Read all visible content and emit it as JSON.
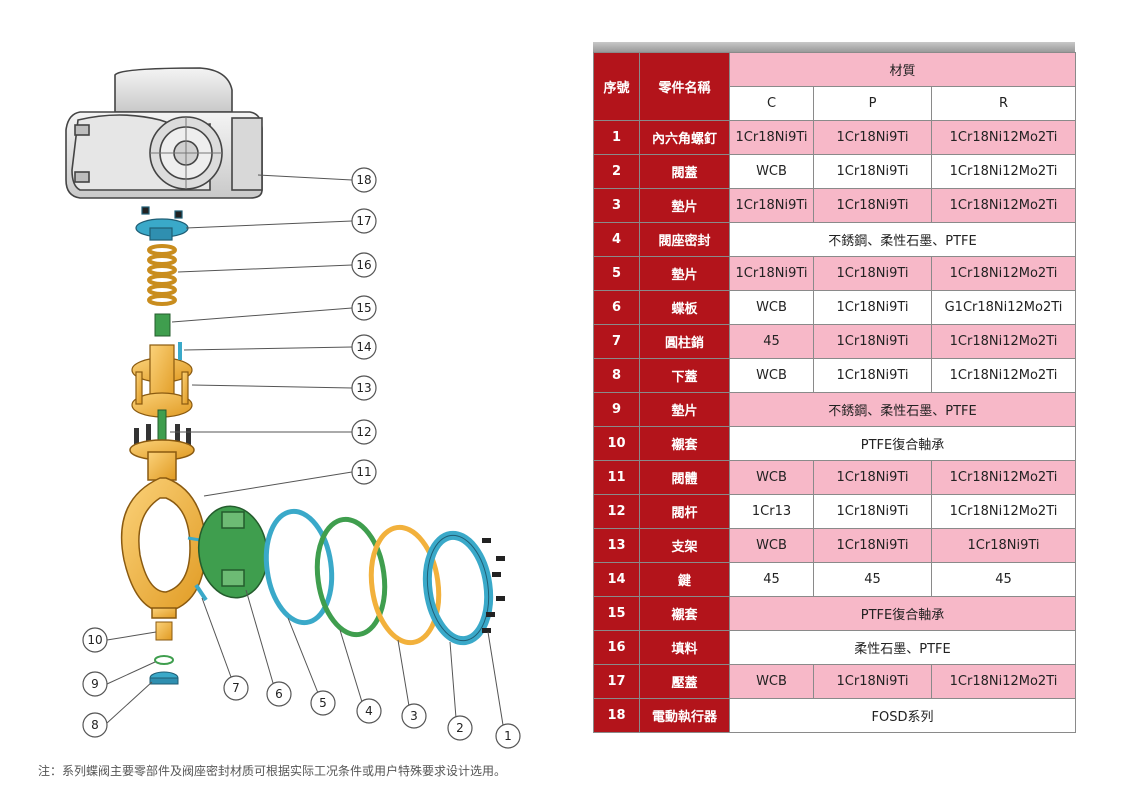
{
  "table": {
    "headers": {
      "no": "序號",
      "name": "零件名稱",
      "material": "材質",
      "grades": [
        "C",
        "P",
        "R"
      ]
    },
    "rows": [
      {
        "no": "1",
        "name": "內六角螺釘",
        "cells": [
          "1Cr18Ni9Ti",
          "1Cr18Ni9Ti",
          "1Cr18Ni12Mo2Ti"
        ],
        "pink": true
      },
      {
        "no": "2",
        "name": "閥蓋",
        "cells": [
          "WCB",
          "1Cr18Ni9Ti",
          "1Cr18Ni12Mo2Ti"
        ],
        "pink": false
      },
      {
        "no": "3",
        "name": "墊片",
        "cells": [
          "1Cr18Ni9Ti",
          "1Cr18Ni9Ti",
          "1Cr18Ni12Mo2Ti"
        ],
        "pink": true
      },
      {
        "no": "4",
        "name": "閥座密封",
        "merged": "不銹鋼、柔性石墨、PTFE",
        "pink": false
      },
      {
        "no": "5",
        "name": "墊片",
        "cells": [
          "1Cr18Ni9Ti",
          "1Cr18Ni9Ti",
          "1Cr18Ni12Mo2Ti"
        ],
        "pink": true
      },
      {
        "no": "6",
        "name": "蝶板",
        "cells": [
          "WCB",
          "1Cr18Ni9Ti",
          "G1Cr18Ni12Mo2Ti"
        ],
        "pink": false
      },
      {
        "no": "7",
        "name": "圓柱銷",
        "cells": [
          "45",
          "1Cr18Ni9Ti",
          "1Cr18Ni12Mo2Ti"
        ],
        "pink": true
      },
      {
        "no": "8",
        "name": "下蓋",
        "cells": [
          "WCB",
          "1Cr18Ni9Ti",
          "1Cr18Ni12Mo2Ti"
        ],
        "pink": false
      },
      {
        "no": "9",
        "name": "墊片",
        "merged": "不銹鋼、柔性石墨、PTFE",
        "pink": true
      },
      {
        "no": "10",
        "name": "襯套",
        "merged": "PTFE復合軸承",
        "pink": false
      },
      {
        "no": "11",
        "name": "閥體",
        "cells": [
          "WCB",
          "1Cr18Ni9Ti",
          "1Cr18Ni12Mo2Ti"
        ],
        "pink": true
      },
      {
        "no": "12",
        "name": "閥杆",
        "cells": [
          "1Cr13",
          "1Cr18Ni9Ti",
          "1Cr18Ni12Mo2Ti"
        ],
        "pink": false
      },
      {
        "no": "13",
        "name": "支架",
        "cells": [
          "WCB",
          "1Cr18Ni9Ti",
          "1Cr18Ni9Ti"
        ],
        "pink": true
      },
      {
        "no": "14",
        "name": "鍵",
        "cells": [
          "45",
          "45",
          "45"
        ],
        "pink": false
      },
      {
        "no": "15",
        "name": "襯套",
        "merged": "PTFE復合軸承",
        "pink": true
      },
      {
        "no": "16",
        "name": "填料",
        "merged": "柔性石墨、PTFE",
        "pink": false
      },
      {
        "no": "17",
        "name": "壓蓋",
        "cells": [
          "WCB",
          "1Cr18Ni9Ti",
          "1Cr18Ni12Mo2Ti"
        ],
        "pink": true
      },
      {
        "no": "18",
        "name": "電動執行器",
        "merged": "FOSD系列",
        "pink": false
      }
    ]
  },
  "diagram": {
    "callouts": [
      "18",
      "17",
      "16",
      "15",
      "14",
      "13",
      "12",
      "11",
      "10",
      "9",
      "8",
      "7",
      "6",
      "5",
      "4",
      "3",
      "2",
      "1"
    ]
  },
  "footnote": "注：系列蝶阀主要零部件及阀座密封材质可根据实际工况条件或用户特殊要求设计选用。",
  "colors": {
    "header_red": "#b3141b",
    "row_pink": "#f7b8c8",
    "part_gold": "#f2b13c",
    "part_teal": "#3aa9c9",
    "part_green": "#3f9e4e"
  }
}
